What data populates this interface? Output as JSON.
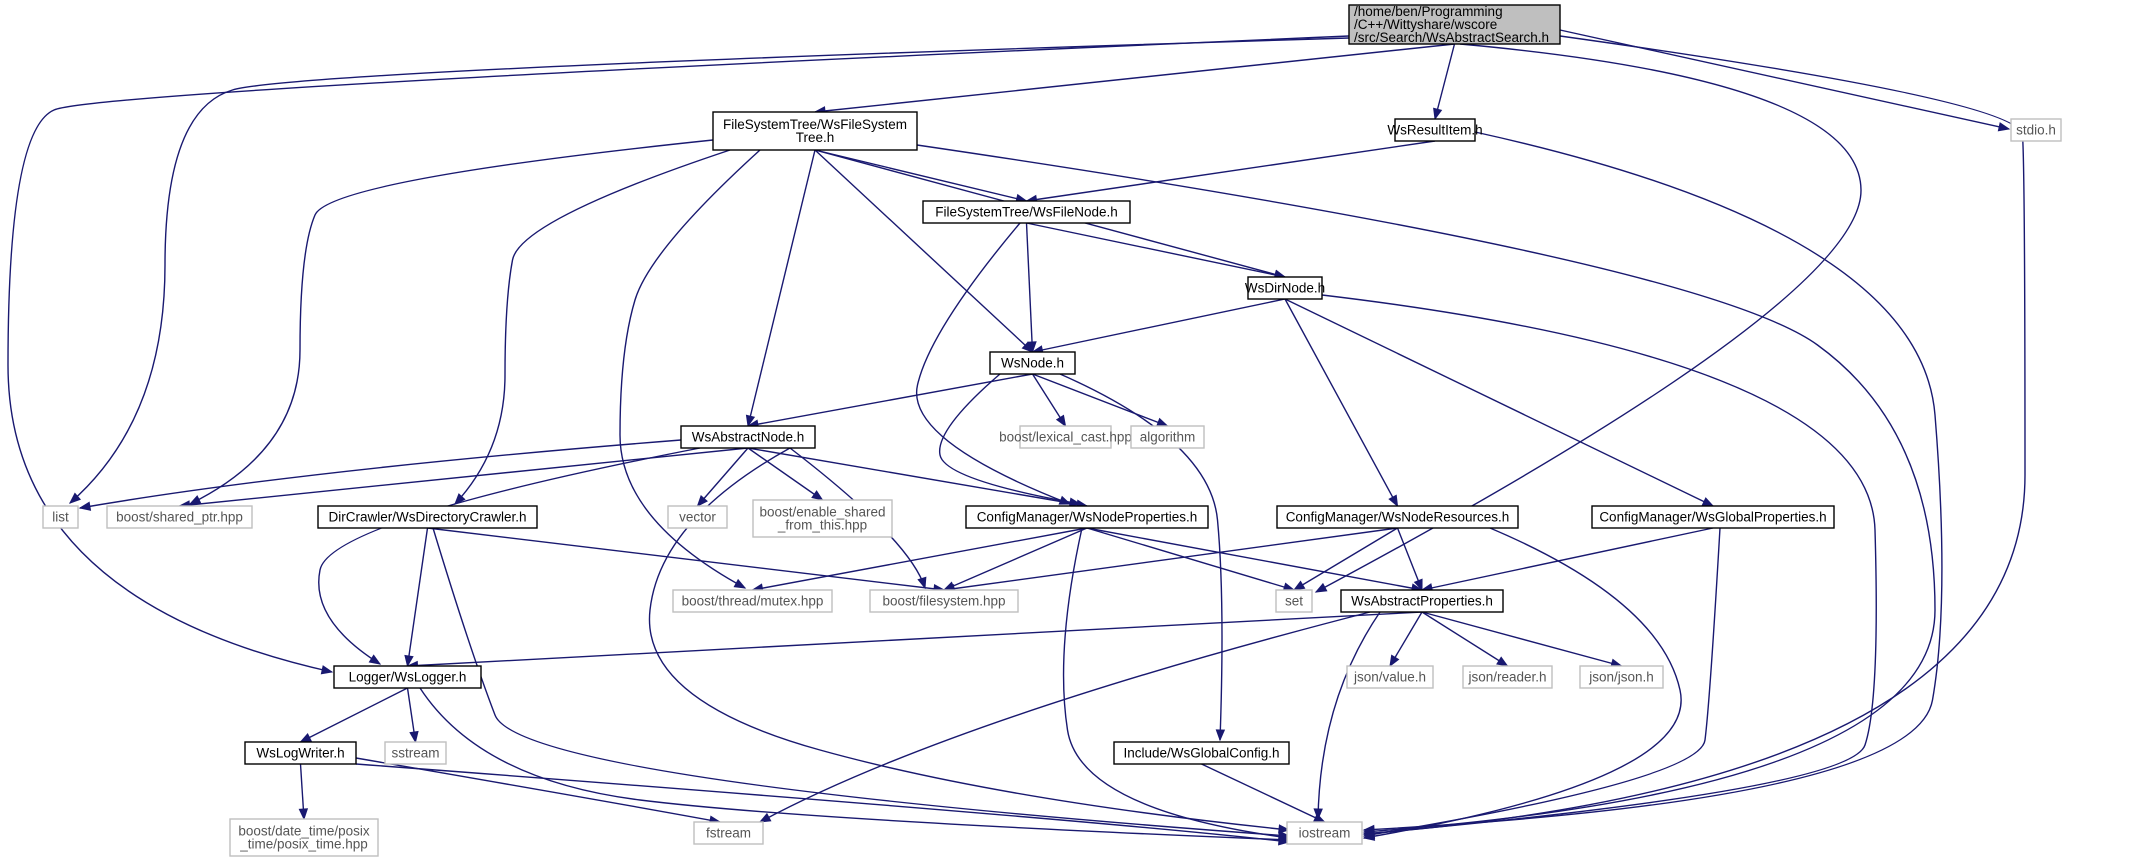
{
  "diagram": {
    "colors": {
      "edge": "#191970",
      "root_fill": "#bfbfbf",
      "internal_border": "#000000",
      "external_border": "#bfbfbf",
      "external_text": "#555555"
    },
    "nodes": [
      {
        "id": "root",
        "kind": "root",
        "lines": [
          "/home/ben/Programming",
          "/C++/Wittyshare/wscore",
          "/src/Search/WsAbstractSearch.h"
        ]
      },
      {
        "id": "fstree",
        "kind": "internal",
        "lines": [
          "FileSystemTree/WsFileSystem",
          "Tree.h"
        ]
      },
      {
        "id": "result",
        "kind": "internal",
        "lines": [
          "WsResultItem.h"
        ]
      },
      {
        "id": "stdio",
        "kind": "external",
        "lines": [
          "stdio.h"
        ]
      },
      {
        "id": "filenode",
        "kind": "internal",
        "lines": [
          "FileSystemTree/WsFileNode.h"
        ]
      },
      {
        "id": "dirnode",
        "kind": "internal",
        "lines": [
          "WsDirNode.h"
        ]
      },
      {
        "id": "wsnode",
        "kind": "internal",
        "lines": [
          "WsNode.h"
        ]
      },
      {
        "id": "lexical",
        "kind": "external",
        "lines": [
          "boost/lexical_cast.hpp"
        ]
      },
      {
        "id": "algorithm",
        "kind": "external",
        "lines": [
          "algorithm"
        ]
      },
      {
        "id": "absnode",
        "kind": "internal",
        "lines": [
          "WsAbstractNode.h"
        ]
      },
      {
        "id": "list",
        "kind": "external",
        "lines": [
          "list"
        ]
      },
      {
        "id": "sharedptr",
        "kind": "external",
        "lines": [
          "boost/shared_ptr.hpp"
        ]
      },
      {
        "id": "dircrawler",
        "kind": "internal",
        "lines": [
          "DirCrawler/WsDirectoryCrawler.h"
        ]
      },
      {
        "id": "vector",
        "kind": "external",
        "lines": [
          "vector"
        ]
      },
      {
        "id": "enableshared",
        "kind": "external",
        "lines": [
          "boost/enable_shared",
          "_from_this.hpp"
        ]
      },
      {
        "id": "nodeprops",
        "kind": "internal",
        "lines": [
          "ConfigManager/WsNodeProperties.h"
        ]
      },
      {
        "id": "noderes",
        "kind": "internal",
        "lines": [
          "ConfigManager/WsNodeResources.h"
        ]
      },
      {
        "id": "globalprops",
        "kind": "internal",
        "lines": [
          "ConfigManager/WsGlobalProperties.h"
        ]
      },
      {
        "id": "mutex",
        "kind": "external",
        "lines": [
          "boost/thread/mutex.hpp"
        ]
      },
      {
        "id": "filesystem",
        "kind": "external",
        "lines": [
          "boost/filesystem.hpp"
        ]
      },
      {
        "id": "set",
        "kind": "external",
        "lines": [
          "set"
        ]
      },
      {
        "id": "absprops",
        "kind": "internal",
        "lines": [
          "WsAbstractProperties.h"
        ]
      },
      {
        "id": "logger",
        "kind": "internal",
        "lines": [
          "Logger/WsLogger.h"
        ]
      },
      {
        "id": "jsonvalue",
        "kind": "external",
        "lines": [
          "json/value.h"
        ]
      },
      {
        "id": "jsonreader",
        "kind": "external",
        "lines": [
          "json/reader.h"
        ]
      },
      {
        "id": "jsonjson",
        "kind": "external",
        "lines": [
          "json/json.h"
        ]
      },
      {
        "id": "logwriter",
        "kind": "internal",
        "lines": [
          "WsLogWriter.h"
        ]
      },
      {
        "id": "sstream",
        "kind": "external",
        "lines": [
          "sstream"
        ]
      },
      {
        "id": "globalconfig",
        "kind": "internal",
        "lines": [
          "Include/WsGlobalConfig.h"
        ]
      },
      {
        "id": "posix",
        "kind": "external",
        "lines": [
          "boost/date_time/posix",
          "_time/posix_time.hpp"
        ]
      },
      {
        "id": "fstream",
        "kind": "external",
        "lines": [
          "fstream"
        ]
      },
      {
        "id": "iostream",
        "kind": "external",
        "lines": [
          "iostream"
        ]
      }
    ],
    "edges": [
      {
        "from": "root",
        "to": "fstree"
      },
      {
        "from": "root",
        "to": "result"
      },
      {
        "from": "root",
        "to": "stdio"
      },
      {
        "from": "root",
        "to": "list"
      },
      {
        "from": "root",
        "to": "logger"
      },
      {
        "from": "root",
        "to": "set"
      },
      {
        "from": "root",
        "to": "iostream"
      },
      {
        "from": "fstree",
        "to": "filenode"
      },
      {
        "from": "fstree",
        "to": "dirnode"
      },
      {
        "from": "fstree",
        "to": "wsnode"
      },
      {
        "from": "fstree",
        "to": "absnode"
      },
      {
        "from": "fstree",
        "to": "sharedptr"
      },
      {
        "from": "fstree",
        "to": "dircrawler"
      },
      {
        "from": "fstree",
        "to": "mutex"
      },
      {
        "from": "fstree",
        "to": "iostream"
      },
      {
        "from": "result",
        "to": "filenode"
      },
      {
        "from": "result",
        "to": "iostream"
      },
      {
        "from": "filenode",
        "to": "wsnode"
      },
      {
        "from": "filenode",
        "to": "dirnode"
      },
      {
        "from": "filenode",
        "to": "nodeprops"
      },
      {
        "from": "dirnode",
        "to": "wsnode"
      },
      {
        "from": "dirnode",
        "to": "noderes"
      },
      {
        "from": "dirnode",
        "to": "globalprops"
      },
      {
        "from": "dirnode",
        "to": "iostream"
      },
      {
        "from": "wsnode",
        "to": "absnode"
      },
      {
        "from": "wsnode",
        "to": "lexical"
      },
      {
        "from": "wsnode",
        "to": "algorithm"
      },
      {
        "from": "wsnode",
        "to": "nodeprops"
      },
      {
        "from": "wsnode",
        "to": "globalconfig"
      },
      {
        "from": "absnode",
        "to": "list"
      },
      {
        "from": "absnode",
        "to": "sharedptr"
      },
      {
        "from": "absnode",
        "to": "vector"
      },
      {
        "from": "absnode",
        "to": "enableshared"
      },
      {
        "from": "absnode",
        "to": "nodeprops"
      },
      {
        "from": "absnode",
        "to": "filesystem"
      },
      {
        "from": "absnode",
        "to": "logger"
      },
      {
        "from": "absnode",
        "to": "iostream"
      },
      {
        "from": "dircrawler",
        "to": "filesystem"
      },
      {
        "from": "dircrawler",
        "to": "logger"
      },
      {
        "from": "dircrawler",
        "to": "iostream"
      },
      {
        "from": "nodeprops",
        "to": "mutex"
      },
      {
        "from": "nodeprops",
        "to": "filesystem"
      },
      {
        "from": "nodeprops",
        "to": "set"
      },
      {
        "from": "nodeprops",
        "to": "absprops"
      },
      {
        "from": "nodeprops",
        "to": "iostream"
      },
      {
        "from": "noderes",
        "to": "filesystem"
      },
      {
        "from": "noderes",
        "to": "set"
      },
      {
        "from": "noderes",
        "to": "absprops"
      },
      {
        "from": "noderes",
        "to": "iostream"
      },
      {
        "from": "globalprops",
        "to": "absprops"
      },
      {
        "from": "globalprops",
        "to": "iostream"
      },
      {
        "from": "absprops",
        "to": "logger"
      },
      {
        "from": "absprops",
        "to": "jsonvalue"
      },
      {
        "from": "absprops",
        "to": "jsonreader"
      },
      {
        "from": "absprops",
        "to": "jsonjson"
      },
      {
        "from": "absprops",
        "to": "fstream"
      },
      {
        "from": "absprops",
        "to": "iostream"
      },
      {
        "from": "logger",
        "to": "logwriter"
      },
      {
        "from": "logger",
        "to": "sstream"
      },
      {
        "from": "logger",
        "to": "iostream"
      },
      {
        "from": "logwriter",
        "to": "posix"
      },
      {
        "from": "logwriter",
        "to": "fstream"
      },
      {
        "from": "logwriter",
        "to": "iostream"
      },
      {
        "from": "globalconfig",
        "to": "iostream"
      }
    ]
  }
}
